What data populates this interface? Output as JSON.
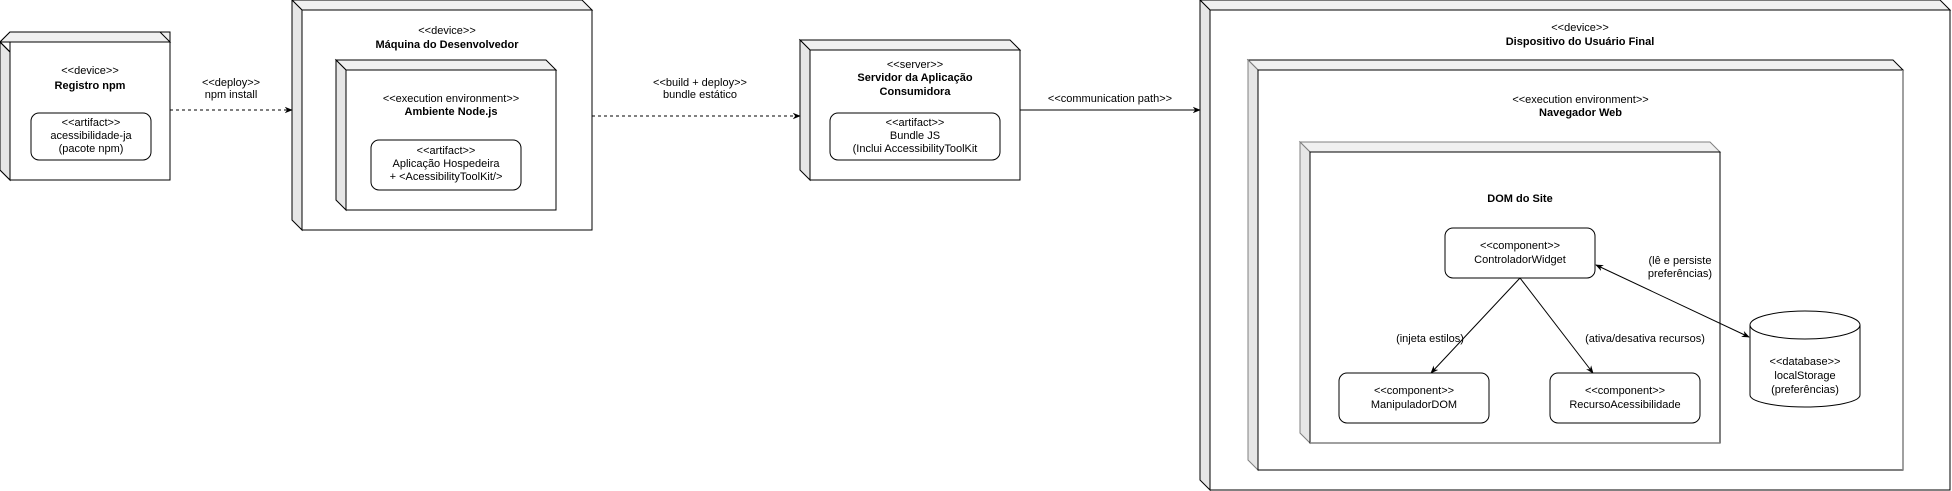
{
  "diagram": {
    "type": "UML deployment diagram",
    "nodes": {
      "registro_npm": {
        "stereotype": "<<device>>",
        "name": "Registro npm",
        "artifact": {
          "stereotype": "<<artifact>>",
          "line1": "acessibilidade-ja",
          "line2": "(pacote npm)"
        }
      },
      "maquina_dev": {
        "stereotype": "<<device>>",
        "name": "Máquina do Desenvolvedor",
        "env": {
          "stereotype": "<<execution environment>>",
          "name": "Ambiente Node.js",
          "artifact": {
            "stereotype": "<<artifact>>",
            "line1": "Aplicação Hospedeira",
            "line2": "+ <AcessibilityToolKit/>"
          }
        }
      },
      "servidor": {
        "stereotype": "<<server>>",
        "name_line1": "Servidor da Aplicação",
        "name_line2": "Consumidora",
        "artifact": {
          "stereotype": "<<artifact>>",
          "line1": "Bundle JS",
          "line2": "(Inclui AccessibilityToolKit"
        }
      },
      "dispositivo_usuario": {
        "stereotype": "<<device>>",
        "name": "Dispositivo do Usuário Final",
        "env": {
          "stereotype": "<<execution environment>>",
          "name": "Navegador Web",
          "dom": {
            "name": "DOM do Site",
            "controlador": {
              "stereotype": "<<component>>",
              "name": "ControladorWidget"
            },
            "manipulador": {
              "stereotype": "<<component>>",
              "name": "ManipuladorDOM"
            },
            "recurso": {
              "stereotype": "<<component>>",
              "name": "RecursoAcessibilidade"
            }
          },
          "database": {
            "stereotype": "<<database>>",
            "line1": "localStorage",
            "line2": "(preferências)"
          }
        }
      }
    },
    "edges": {
      "deploy": {
        "line1": "<<deploy>>",
        "line2": "npm install",
        "style": "dashed"
      },
      "build_deploy": {
        "line1": "<<build + deploy>>",
        "line2": "bundle estático",
        "style": "dashed"
      },
      "communication": {
        "label": "<<communication path>>",
        "style": "solid"
      },
      "injeta": {
        "label": "(injeta estilos)"
      },
      "ativa": {
        "label": "(ativa/desativa recursos)"
      },
      "persiste": {
        "line1": "(lê e persiste",
        "line2": "preferências)",
        "style": "bidirectional"
      }
    },
    "colors": {
      "stroke": "#000000",
      "side_face": "#e6e6e6",
      "top_face": "#f0f0f0",
      "inner_stroke": "#808080",
      "background": "#ffffff"
    }
  }
}
